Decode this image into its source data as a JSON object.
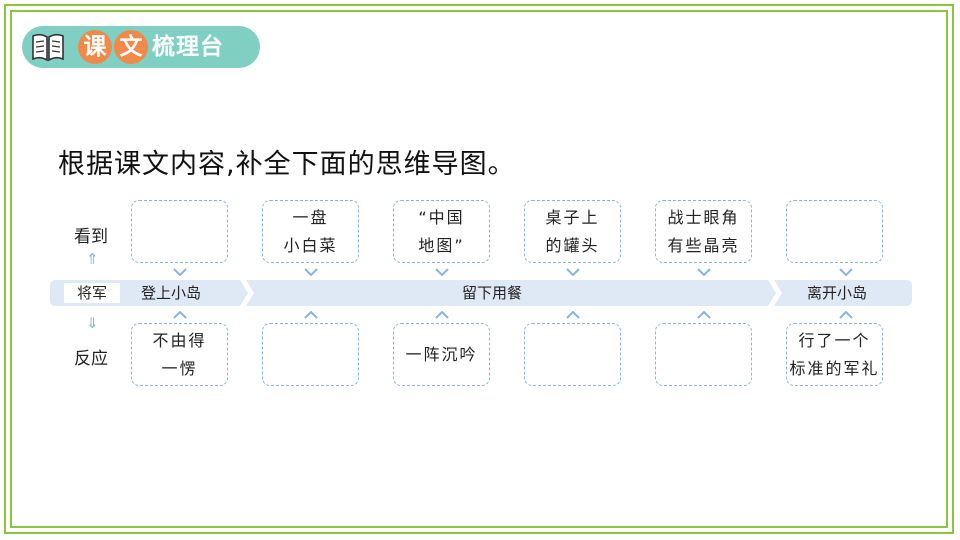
{
  "badge": {
    "char1": "课",
    "char2": "文",
    "rest": "梳理台"
  },
  "instruction": "根据课文内容,补全下面的思维导图。",
  "rows": {
    "top_label": "看到",
    "bottom_label": "反应",
    "up_arrow": "⇑",
    "down_arrow": "⇓"
  },
  "band": {
    "label": "将军",
    "stages": [
      "登上小岛",
      "留下用餐",
      "离开小岛"
    ]
  },
  "seen": [
    "",
    "一盘\n小白菜",
    "“中国\n地图”",
    "桌子上\n的罐头",
    "战士眼角\n有些晶亮",
    ""
  ],
  "reactions": [
    "不由得\n一愣",
    "",
    "一阵沉吟",
    "",
    "",
    "行了一个\n标准的军礼"
  ],
  "colors": {
    "frame": "#8cc63f",
    "badge": "#7fcfc2",
    "badge_circle": "#f08a4b",
    "band": "#dfe9f5",
    "dashed": "#8ab4df"
  }
}
